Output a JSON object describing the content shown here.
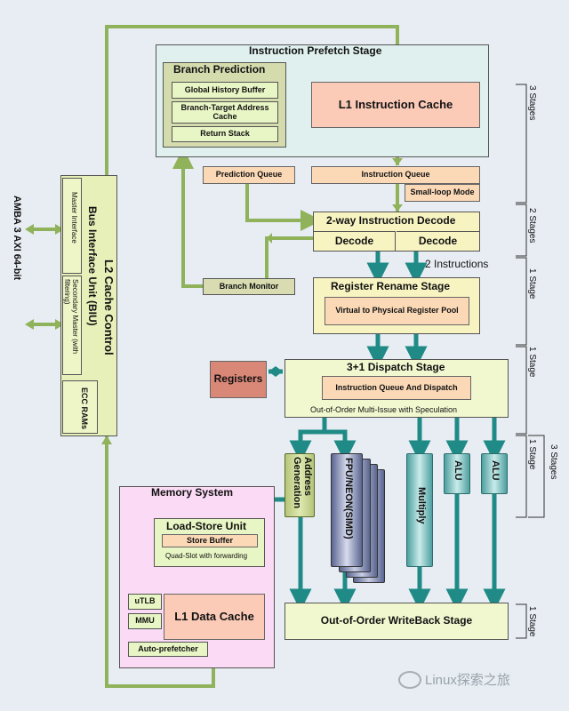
{
  "amba": {
    "label": "AMBA 3 AXI 64-bit"
  },
  "l2": {
    "title": "L2 Cache Control",
    "biu": "Bus Interface Unit (BIU)",
    "master": "Master Interface",
    "secondary": "Secondary Master (with filtering)",
    "ecc": "ECC RAMs"
  },
  "prefetch": {
    "title": "Instruction Prefetch Stage",
    "branch_prediction": "Branch Prediction",
    "global_history": "Global History Buffer",
    "btac": "Branch-Target Address Cache",
    "return_stack": "Return Stack",
    "l1i": "L1 Instruction Cache"
  },
  "queues": {
    "prediction": "Prediction Queue",
    "instruction": "Instruction Queue",
    "small_loop": "Small-loop Mode"
  },
  "decode": {
    "title": "2-way Instruction Decode",
    "decode_a": "Decode",
    "decode_b": "Decode",
    "note": "2 Instructions"
  },
  "branch_monitor": "Branch Monitor",
  "rename": {
    "title": "Register Rename Stage",
    "pool": "Virtual to Physical Register Pool"
  },
  "registers": "Registers",
  "dispatch": {
    "title": "3+1 Dispatch Stage",
    "queue": "Instruction Queue And Dispatch",
    "note": "Out-of-Order Multi-Issue with Speculation"
  },
  "exec": {
    "addr_gen": "Address Generation",
    "fpu": "FPU/NEON(SIMD)",
    "multiply": "Multiply",
    "alu1": "ALU",
    "alu2": "ALU"
  },
  "memory": {
    "title": "Memory System",
    "lsu": "Load-Store Unit",
    "store_buffer": "Store Buffer",
    "quad": "Quad-Slot with forwarding",
    "utlb": "uTLB",
    "mmu": "MMU",
    "l1d": "L1 Data Cache",
    "prefetcher": "Auto-prefetcher"
  },
  "writeback": "Out-of-Order WriteBack Stage",
  "stages": {
    "s1": "3 Stages",
    "s2": "2 Stages",
    "s3": "1 Stage",
    "s4": "1 Stage",
    "s5": "1 Stage",
    "s5_total": "3 Stages",
    "s6": "1 Stage"
  },
  "watermark": "Linux探索之旅",
  "colors": {
    "wire_green": "#8fb25a",
    "wire_teal": "#1f8a86",
    "orange_box": "#fbd9b7",
    "green_box": "#e8f5c4"
  }
}
